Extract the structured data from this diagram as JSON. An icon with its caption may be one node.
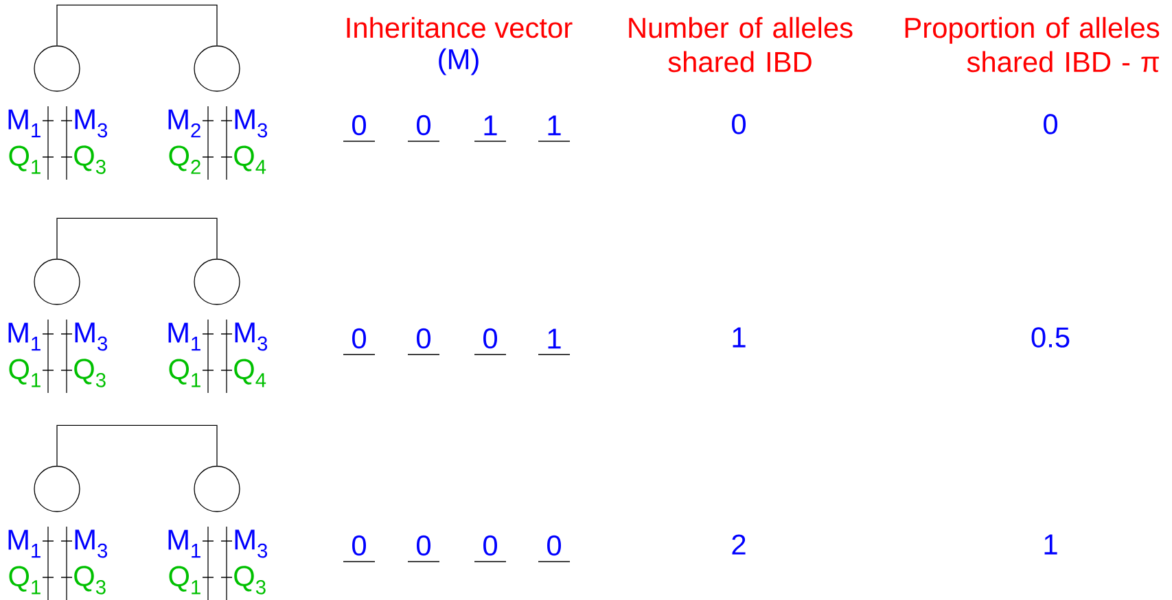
{
  "diagram": {
    "nodes": [
      {
        "text": [],
        "shape": "circle"
      },
      {
        "text": [],
        "shape": "circle"
      },
      {
        "text": [],
        "shape": "circle"
      },
      {
        "text": [],
        "shape": "circle"
      },
      {
        "text": [],
        "shape": "circle"
      },
      {
        "text": [],
        "shape": "circle"
      }
    ],
    "edges": [
      {
        "from": 0,
        "to": 1,
        "arrow": "none"
      },
      {
        "from": 2,
        "to": 3,
        "arrow": "none"
      },
      {
        "from": 4,
        "to": 5,
        "arrow": "none"
      }
    ],
    "labels": [
      "Inheritance vector",
      "Number of alleles shared IBD",
      "Proportion of alleles shared IBD - π",
      "(M)",
      "M$_{1}$",
      "M$_{3}$",
      "M$_{2}$",
      "M$_{3}$",
      "0",
      "0",
      "1",
      "1",
      "0",
      "0",
      "Q$_{1}$",
      "Q$_{3}$",
      "Q$_{2}$",
      "Q$_{4}$",
      "M$_{1}$",
      "M$_{3}$",
      "M$_{1}$",
      "M$_{3}$",
      "0",
      "0",
      "0",
      "1",
      "1",
      "0.5",
      "Q$_{1}$",
      "Q$_{3}$",
      "Q$_{1}$",
      "Q$_{4}$",
      "M$_{1}$",
      "M$_{3}$",
      "M$_{1}$",
      "M$_{3}$",
      "0",
      "0",
      "0",
      "0",
      "2",
      "1",
      "Q$_{1}$",
      "Q$_{3}$",
      "Q$_{1}$",
      "Q$_{3}$"
    ]
  }
}
